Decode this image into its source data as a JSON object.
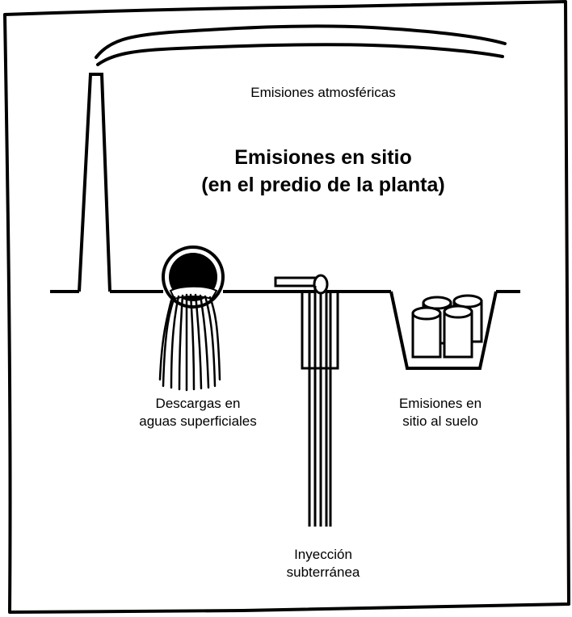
{
  "title": {
    "line1": "Emisiones en sitio",
    "line2": "(en el predio de la planta)"
  },
  "labels": {
    "air": "Emisiones atmosféricas",
    "water_line1": "Descargas en",
    "water_line2": "aguas superficiales",
    "land_line1": "Emisiones en",
    "land_line2": "sitio al suelo",
    "injection_line1": "Inyección",
    "injection_line2": "subterránea"
  },
  "icons": [
    "smokestack-icon",
    "smoke-plume-icon",
    "discharge-pipe-icon",
    "injection-well-icon",
    "landfill-barrels-icon"
  ]
}
